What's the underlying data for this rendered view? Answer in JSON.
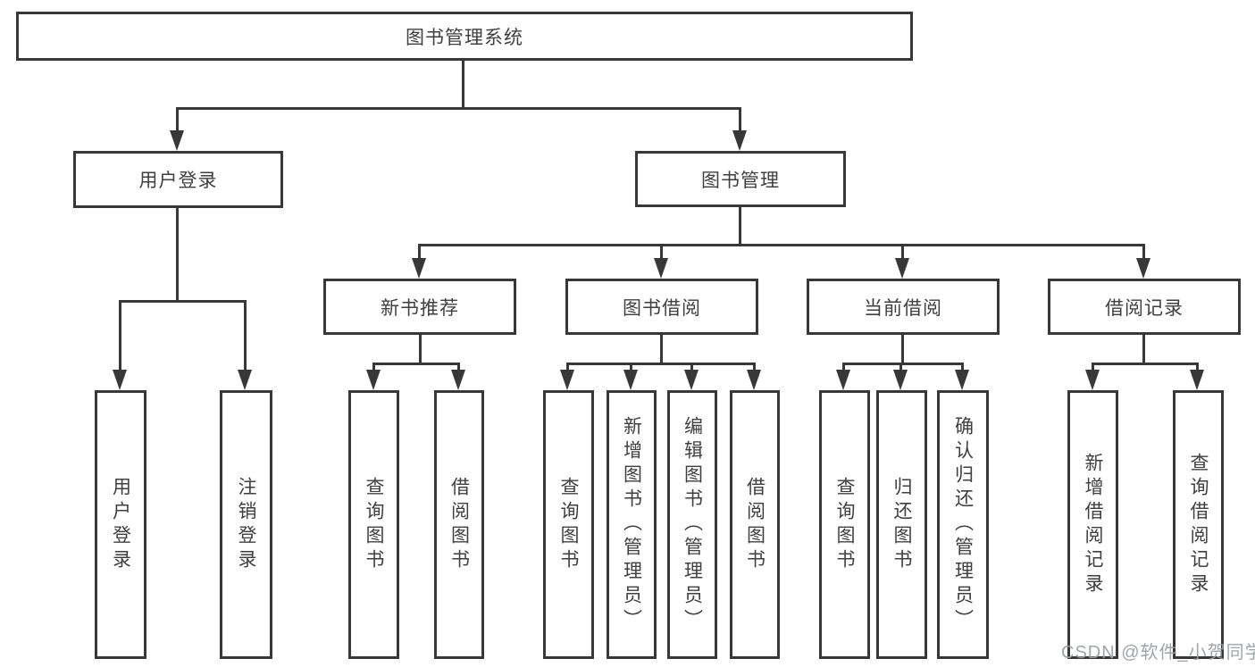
{
  "colors": {
    "line": "#383838",
    "text": "#3f3f3f",
    "watermark": "#9aa0a6",
    "background": "#ffffff"
  },
  "diagram": {
    "title": "图书管理系统",
    "level1": [
      {
        "label": "用户登录"
      },
      {
        "label": "图书管理"
      }
    ],
    "level2": [
      {
        "label": "新书推荐"
      },
      {
        "label": "图书借阅"
      },
      {
        "label": "当前借阅"
      },
      {
        "label": "借阅记录"
      }
    ],
    "leaves": {
      "user_login": [
        {
          "label": "用户登录"
        },
        {
          "label": "注销登录"
        }
      ],
      "new_book": [
        {
          "label": "查询图书"
        },
        {
          "label": "借阅图书"
        }
      ],
      "book_borrow": [
        {
          "label": "查询图书"
        },
        {
          "label": "新增图书（管理员）"
        },
        {
          "label": "编辑图书（管理员）"
        },
        {
          "label": "借阅图书"
        }
      ],
      "current_borrow": [
        {
          "label": "查询图书"
        },
        {
          "label": "归还图书"
        },
        {
          "label": "确认归还（管理员）"
        }
      ],
      "borrow_record": [
        {
          "label": "新增借阅记录"
        },
        {
          "label": "查询借阅记录"
        }
      ]
    },
    "watermark": "CSDN @软件_小贺同学"
  }
}
